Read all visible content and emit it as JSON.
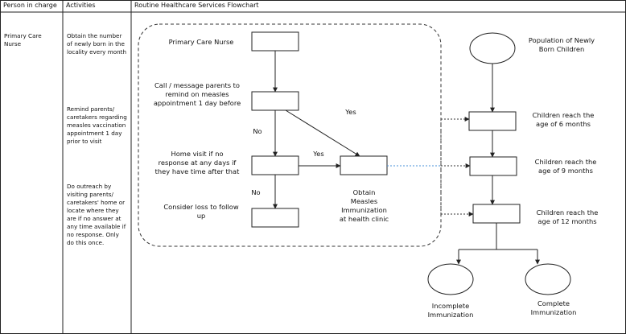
{
  "table": {
    "headers": {
      "person": "Person in charge",
      "activities": "Activities",
      "flowchart": "Routine Healthcare Services Flowchart"
    },
    "person_in_charge": [
      "Primary Care",
      "Nurse"
    ],
    "activities": [
      [
        "Obtain the number",
        "of newly born in the",
        "locality every month"
      ],
      [
        "Remind parents/",
        "caretakers regarding",
        "measles vaccination",
        "appointment 1 day",
        "prior to visit"
      ],
      [
        "Do outreach by",
        "visiting parents/",
        "caretakers' home or",
        "locate where they",
        "are if no answer at",
        "any time available if",
        "no response. Only",
        "do this once."
      ]
    ]
  },
  "flow": {
    "nurse": "Primary Care Nurse",
    "call": [
      "Call / message parents to",
      "remind on measles",
      "appointment 1 day before"
    ],
    "home_visit": [
      "Home visit if no",
      "response at any days if",
      "they have time after that"
    ],
    "loss": [
      "Consider loss to follow",
      "up"
    ],
    "obtain": [
      "Obtain",
      "Measles",
      "Immunization",
      "at health clinic"
    ],
    "yes_top": "Yes",
    "yes_mid": "Yes",
    "no_top": "No",
    "no_bottom": "No",
    "population": [
      "Population of Newly",
      "Born Children"
    ],
    "age6": [
      "Children reach the",
      "age of 6 months"
    ],
    "age9": [
      "Children reach the",
      "age of 9 months"
    ],
    "age12": [
      "Children reach the",
      "age of 12 months"
    ],
    "incomplete": [
      "Incomplete",
      "Immunization"
    ],
    "complete": [
      "Complete",
      "Immunization"
    ]
  }
}
